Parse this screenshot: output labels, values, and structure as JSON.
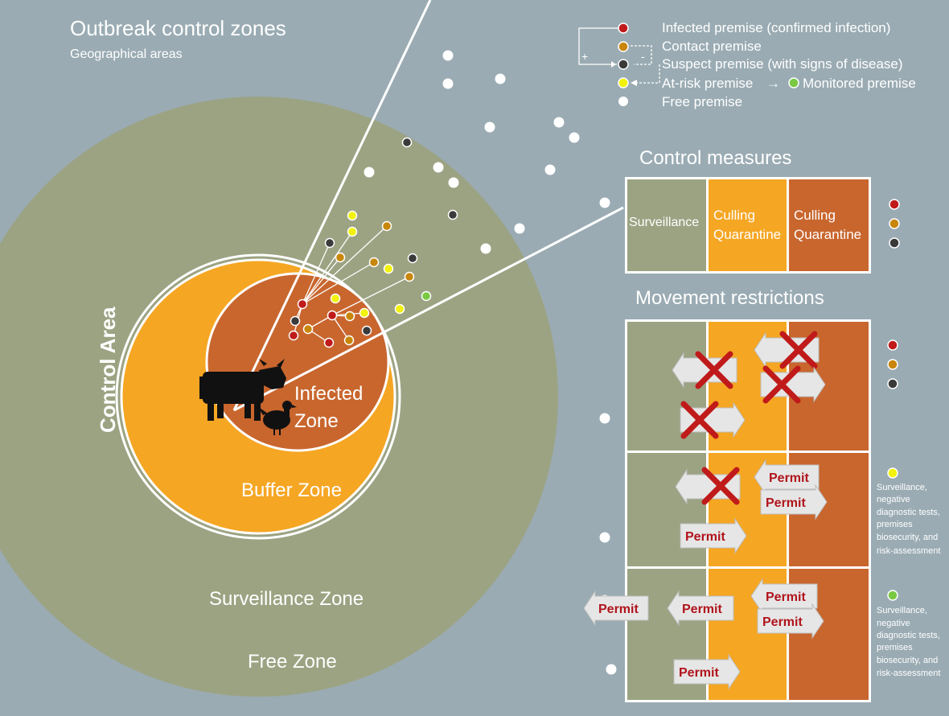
{
  "title": "Outbreak control zones",
  "subtitle": "Geographical areas",
  "zones": {
    "control_area": "Control Area",
    "infected_line1": "Infected",
    "infected_line2": "Zone",
    "buffer": "Buffer Zone",
    "surveillance": "Surveillance Zone",
    "free": "Free Zone"
  },
  "legend": {
    "infected": "Infected premise (confirmed infection)",
    "contact": "Contact premise",
    "suspect": "Suspect premise (with signs of disease)",
    "at_risk": "At-risk premise",
    "arrow": "→",
    "monitored": "Monitored premise",
    "free": "Free premise",
    "plus": "+",
    "minus": "-"
  },
  "control_measures": {
    "title": "Control measures",
    "surveillance": "Surveillance",
    "buffer_line1": "Culling",
    "buffer_line2": "Quarantine",
    "infected_line1": "Culling",
    "infected_line2": "Quarantine"
  },
  "movement": {
    "title": "Movement restrictions",
    "permit": "Permit"
  },
  "notes": {
    "yellow": [
      "Surveillance,",
      "negative",
      "diagnostic tests,",
      "premises",
      "biosecurity, and",
      "risk-assessment"
    ],
    "green": [
      "Surveillance,",
      "negative",
      "diagnostic tests,",
      "premises",
      "biosecurity, and",
      "risk-assessment"
    ]
  },
  "colors": {
    "background": "#9aabb3",
    "surveillance_zone": "#9ca383",
    "buffer_zone": "#f5a623",
    "infected_zone": "#c8662e",
    "infected_dot": "#c01a1a",
    "contact_dot": "#c8860a",
    "suspect_dot": "#3a3a3a",
    "at_risk_dot": "#f2f20a",
    "monitored_dot": "#7ac943",
    "free_dot": "#ffffff",
    "cross": "#c01a1a",
    "permit_text": "#b0141c"
  }
}
